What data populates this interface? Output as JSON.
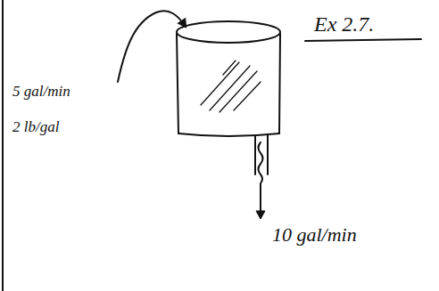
{
  "diagram": {
    "title": "Ex 2.7.",
    "labels": [
      "5 gal/min",
      "2 lb/gal",
      "10 gal/min"
    ]
  }
}
